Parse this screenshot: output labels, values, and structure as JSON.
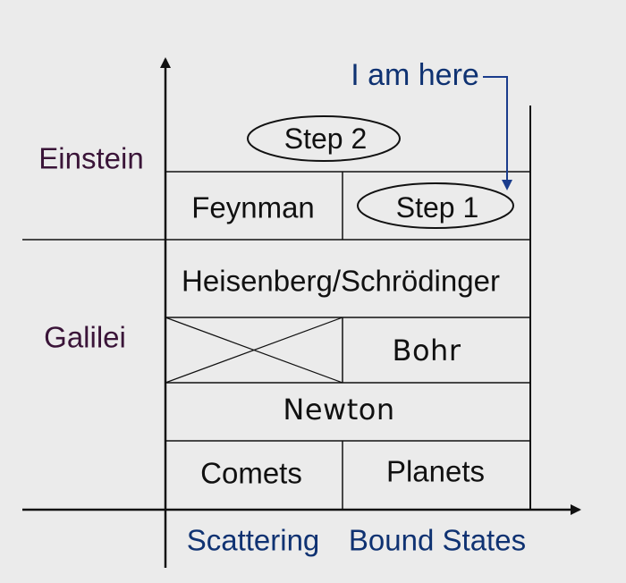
{
  "rows_left": {
    "upper": "Einstein",
    "lower": "Galilei"
  },
  "cells": {
    "feynman": "Feynman",
    "step1": "Step 1",
    "step2": "Step 2",
    "heisenberg": "Heisenberg/Schrödinger",
    "bohr": "Bohr",
    "newton": "Newton",
    "comets": "Comets",
    "planets": "Planets"
  },
  "x_axis": {
    "left_label": "Scattering",
    "right_label": "Bound States"
  },
  "pointer": {
    "label": "I am here",
    "color": "#1a3c8c"
  },
  "colors": {
    "background": "#ebebeb",
    "lines": "#111111",
    "axis_labels": "#0f3272",
    "row_labels": "#3a1438"
  }
}
